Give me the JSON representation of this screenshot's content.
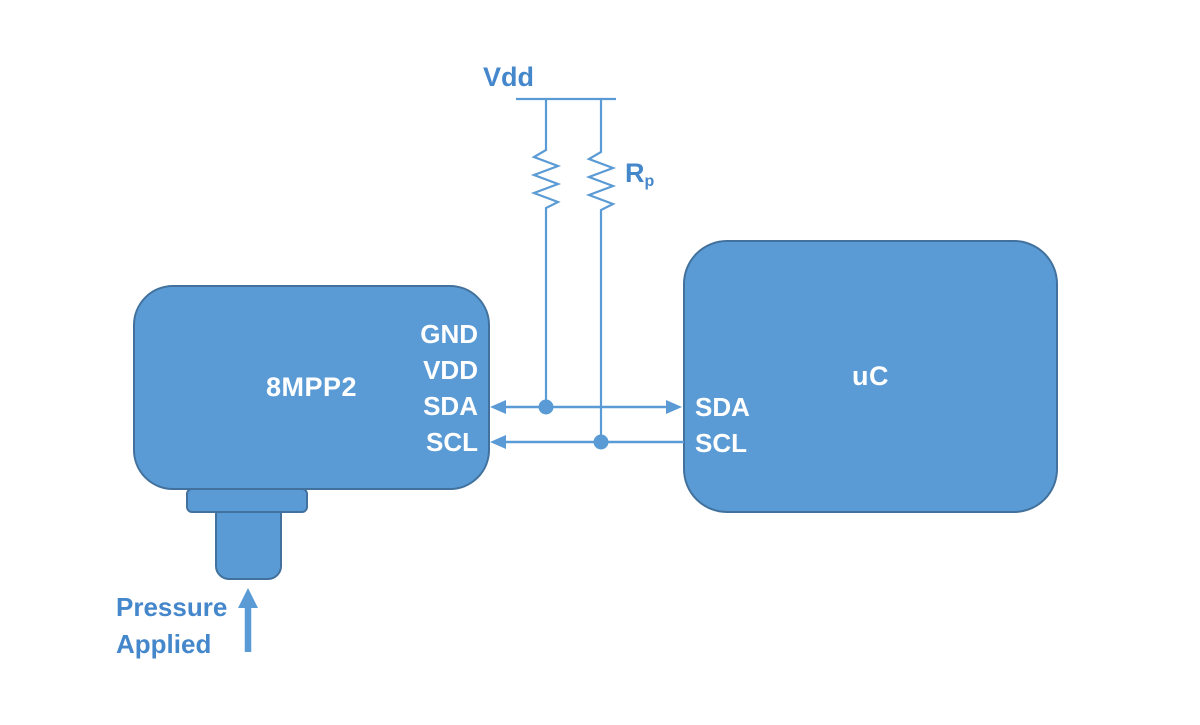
{
  "diagram": {
    "power_rail_label": "Vdd",
    "pullup_resistor_label": {
      "base": "R",
      "sub": "p"
    },
    "sensor": {
      "title": "8MPP2",
      "pins": [
        "GND",
        "VDD",
        "SDA",
        "SCL"
      ]
    },
    "mcu": {
      "title": "uC",
      "pins": [
        "SDA",
        "SCL"
      ]
    },
    "pressure_label": {
      "line1": "Pressure",
      "line2": "Applied"
    }
  },
  "colors": {
    "block_fill": "#5B9BD5",
    "block_border": "#41719C",
    "wire": "#5B9BD5",
    "label_text": "#4587CB",
    "pin_text": "#FFFFFF",
    "background": "#FFFFFF"
  }
}
